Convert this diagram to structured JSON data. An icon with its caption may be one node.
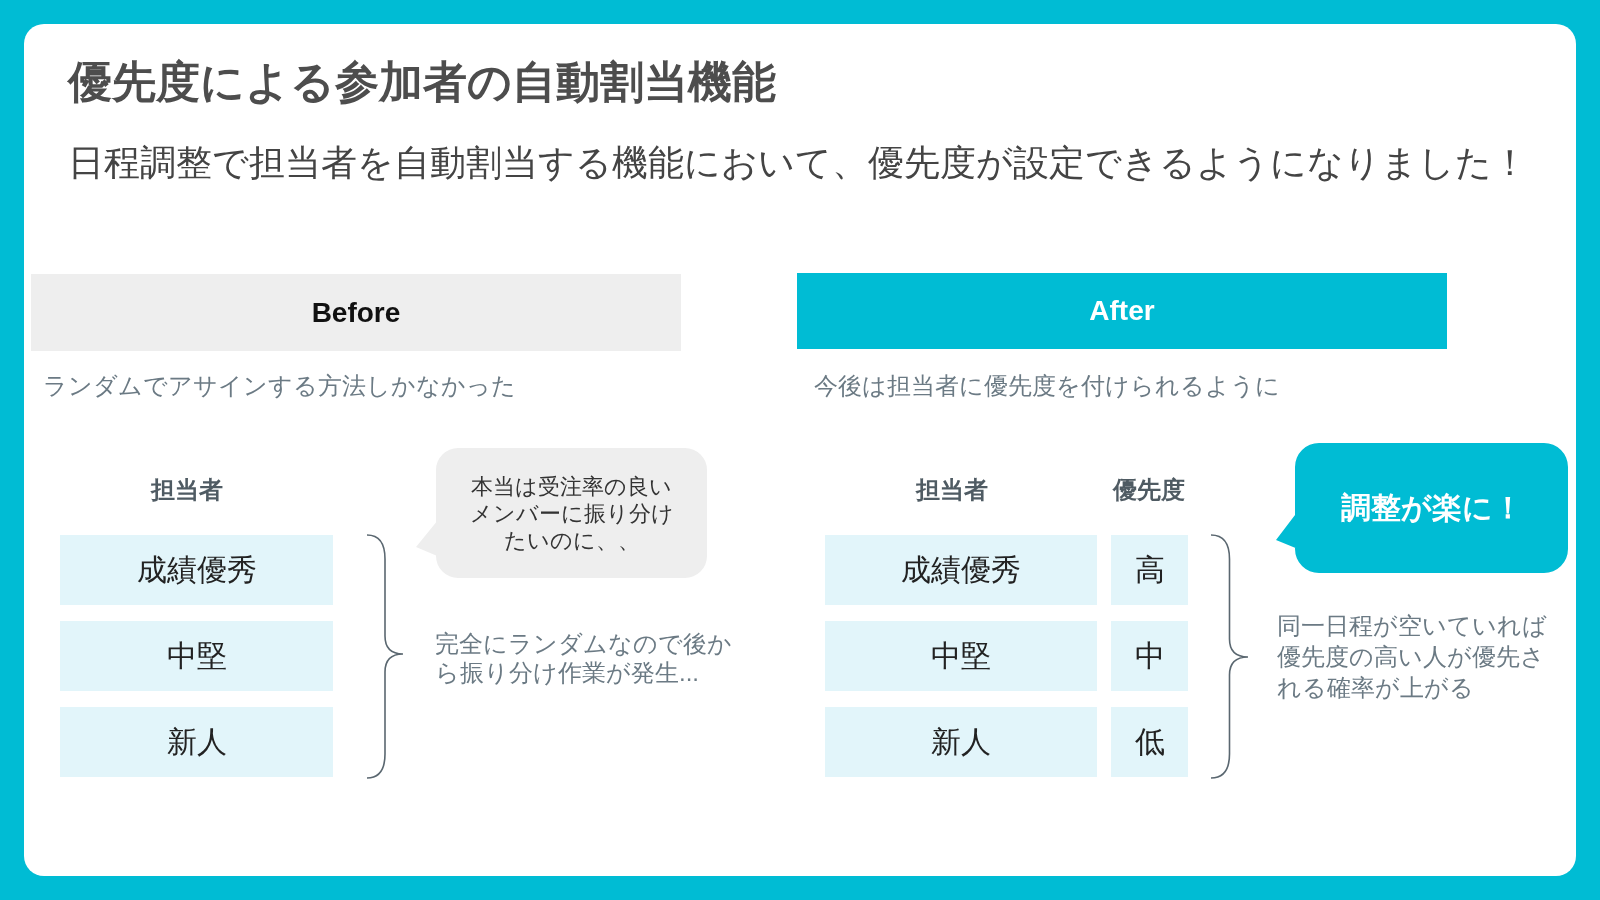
{
  "diagram": {
    "title": "優先度による参加者の自動割当機能",
    "nodes": [
      {
        "text": [
          "Before"
        ],
        "beside": [
          "ランダムでアサインする方法しかなかった"
        ]
      },
      {
        "text": [
          "After"
        ],
        "beside": [
          "今後は担当者に優先度を付けられるように"
        ]
      },
      {
        "text": [
          "成績優秀"
        ]
      },
      {
        "text": [
          "中堅"
        ]
      },
      {
        "text": [
          "新人"
        ]
      },
      {
        "text": [
          "本当は受注率の良いメンバーに振り分けたいのに、、"
        ]
      },
      {
        "text": [
          "成績優秀"
        ]
      },
      {
        "text": [
          "高"
        ]
      },
      {
        "text": [
          "中堅"
        ]
      },
      {
        "text": [
          "中"
        ]
      },
      {
        "text": [
          "新人"
        ]
      },
      {
        "text": [
          "低"
        ]
      },
      {
        "text": [
          "調整が楽に！"
        ]
      }
    ],
    "labels": [
      "日程調整で担当者を自動割当する機能において、優先度が設定できるようになりました！",
      "担当者",
      "完全にランダムなので後から振り分け作業が発生...",
      "担当者",
      "優先度",
      "同一日程が空いていれば優先度の高い人が優先される確率が上がる"
    ]
  }
}
